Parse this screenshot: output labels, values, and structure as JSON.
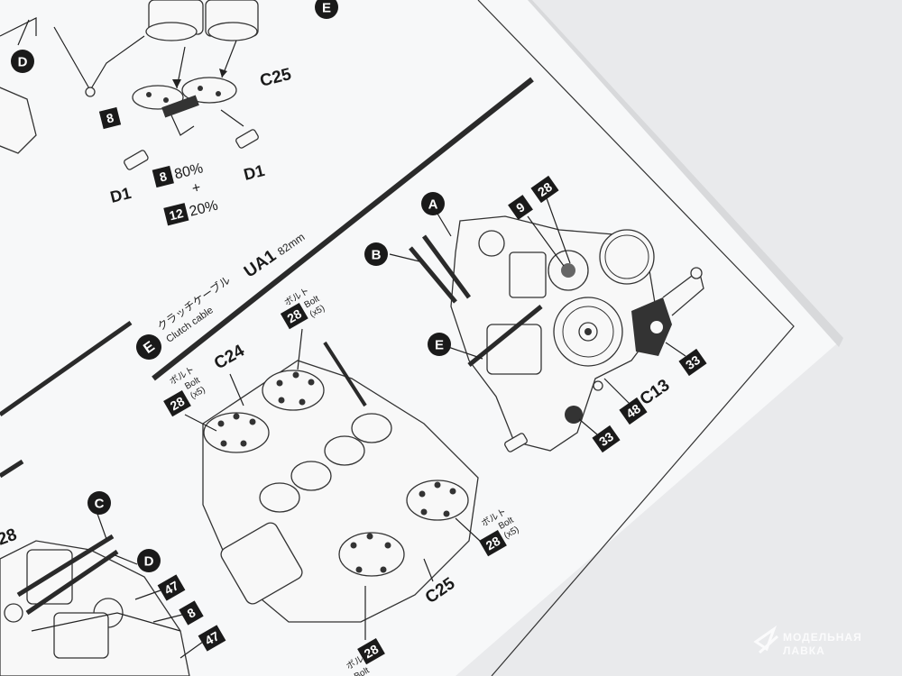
{
  "colors": {
    "background": "#e9eaec",
    "paper": "#f7f8f9",
    "ink": "#1a1a1a",
    "bar": "#2a2a2a"
  },
  "step_labels": {
    "a": "A",
    "b": "B",
    "c": "C",
    "d": "D",
    "e": "E"
  },
  "numbers": {
    "n8": "8",
    "n9": "9",
    "n12": "12",
    "n28": "28",
    "n33": "33",
    "n47": "47",
    "n48": "48"
  },
  "part_labels": {
    "c25": "C25",
    "c24": "C24",
    "c13": "C13",
    "d1": "D1",
    "ua1": "UA1"
  },
  "mix": {
    "pct80": "80%",
    "plus": "+",
    "pct20": "20%"
  },
  "section_e": {
    "jp": "クラッチケーブル",
    "en": "Clutch cable",
    "length": "82mm"
  },
  "bolt_note": {
    "jp": "ボルト",
    "en": "Bolt",
    "qty": "(x5)"
  },
  "watermark": {
    "line1": "МОДЕЛЬНАЯ",
    "line2": "ЛАВКА",
    "icon": "model-lavka-logo-icon"
  }
}
